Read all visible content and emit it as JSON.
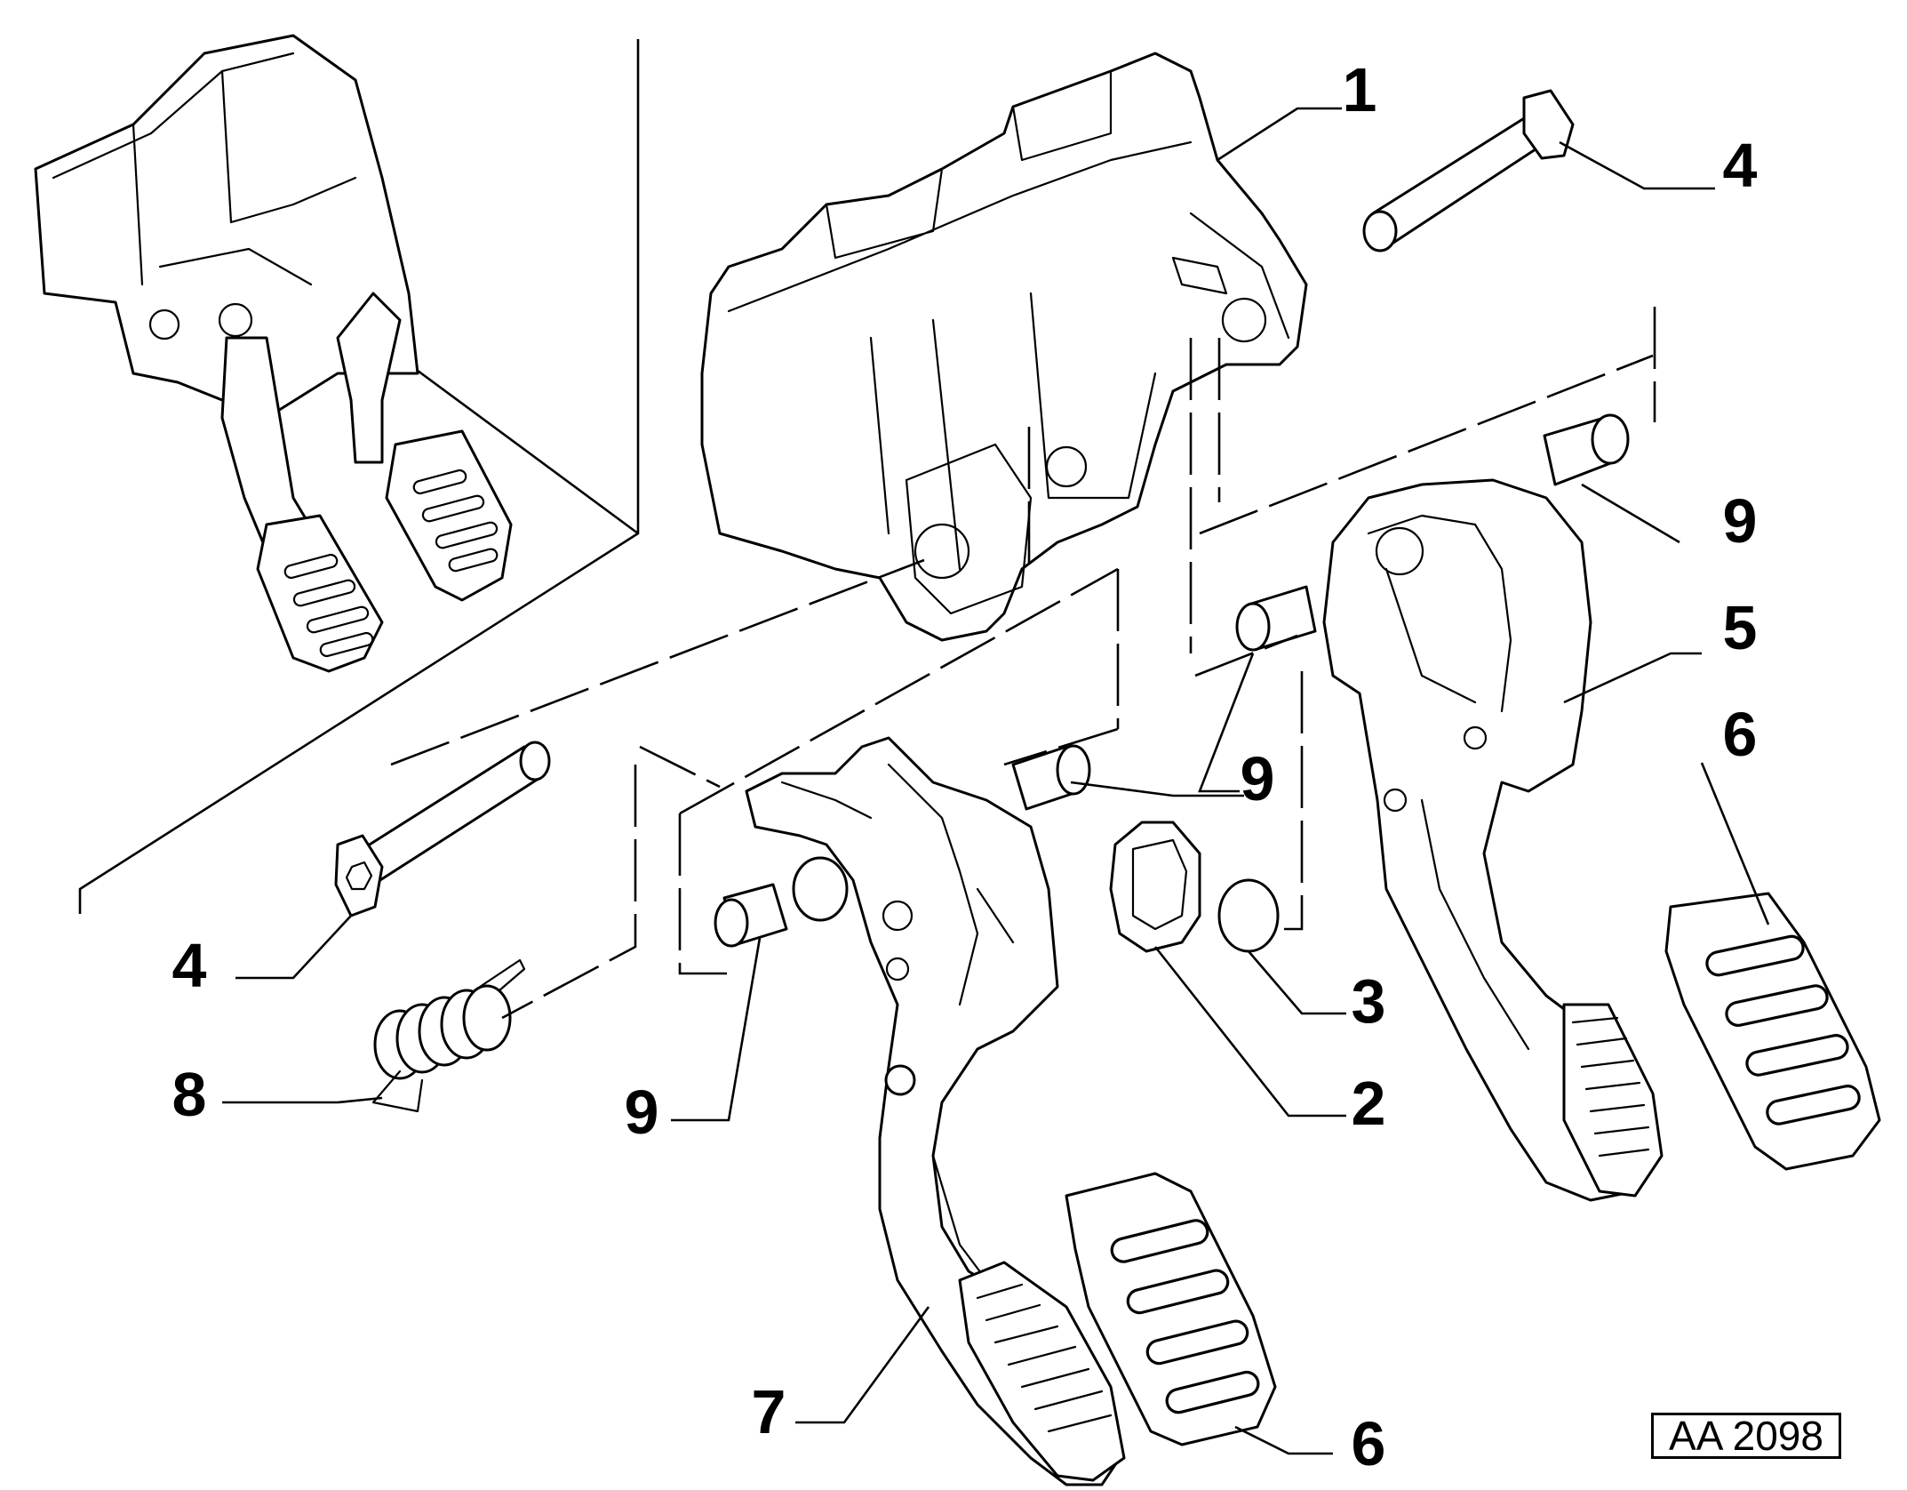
{
  "callouts": [
    {
      "id": "c1",
      "label": "1"
    },
    {
      "id": "c4a",
      "label": "4"
    },
    {
      "id": "c9a",
      "label": "9"
    },
    {
      "id": "c5",
      "label": "5"
    },
    {
      "id": "c6a",
      "label": "6"
    },
    {
      "id": "c9b",
      "label": "9"
    },
    {
      "id": "c3",
      "label": "3"
    },
    {
      "id": "c4b",
      "label": "4"
    },
    {
      "id": "c8",
      "label": "8"
    },
    {
      "id": "c2",
      "label": "2"
    },
    {
      "id": "c9c",
      "label": "9"
    },
    {
      "id": "c7",
      "label": "7"
    },
    {
      "id": "c6b",
      "label": "6"
    }
  ],
  "reference_code": "AA 2098",
  "colors": {
    "line": "#000000",
    "background": "#ffffff"
  }
}
